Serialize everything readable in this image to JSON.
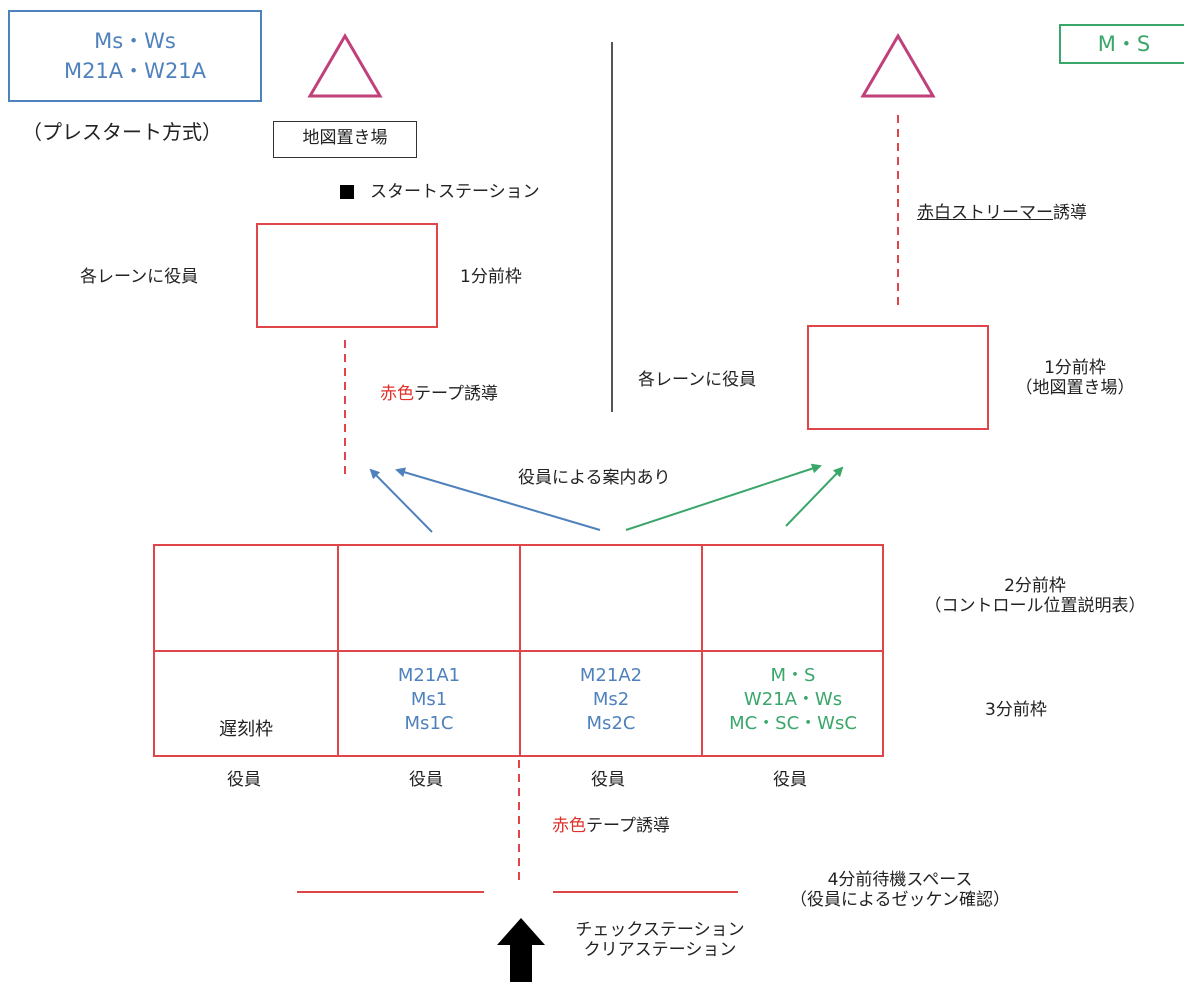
{
  "legend_left": {
    "line1": "Ms・Ws",
    "line2": "M21A・W21A"
  },
  "legend_right": "M・S",
  "prestart_note": "（プレスタート方式）",
  "map_area_label": "地図置き場",
  "start_station_label": "スタートステーション",
  "streamer_guide": {
    "underlined": "赤白ストリーマー",
    "rest": "誘導"
  },
  "officials_each_lane": "各レーンに役員",
  "one_min_frame_left": "1分前枠",
  "one_min_frame_right": {
    "line1": "1分前枠",
    "line2": "（地図置き場）"
  },
  "red_tape_guide": {
    "red": "赤色",
    "rest": "テープ誘導"
  },
  "guided_by_officials": "役員による案内あり",
  "two_min_frame": {
    "line1": "2分前枠",
    "line2": "（コントロール位置説明表）"
  },
  "three_min_frame": "3分前枠",
  "late_frame": "遅刻枠",
  "lanes": [
    {
      "lines": [
        "M21A1",
        "Ms1",
        "Ms1C"
      ]
    },
    {
      "lines": [
        "M21A2",
        "Ms2",
        "Ms2C"
      ]
    },
    {
      "lines": [
        "M・S",
        "W21A・Ws",
        "MC・SC・WsC"
      ]
    }
  ],
  "official": "役員",
  "four_min_wait": {
    "line1": "4分前待機スペース",
    "line2": "（役員によるゼッケン確認）"
  },
  "check_station": {
    "line1": "チェックステーション",
    "line2": "クリアステーション"
  },
  "colors": {
    "box_red": "#e0454a",
    "text_red": "#e0312a",
    "blue": "#4f81bd",
    "green": "#3aa66a",
    "triangle": "#c0407a"
  }
}
